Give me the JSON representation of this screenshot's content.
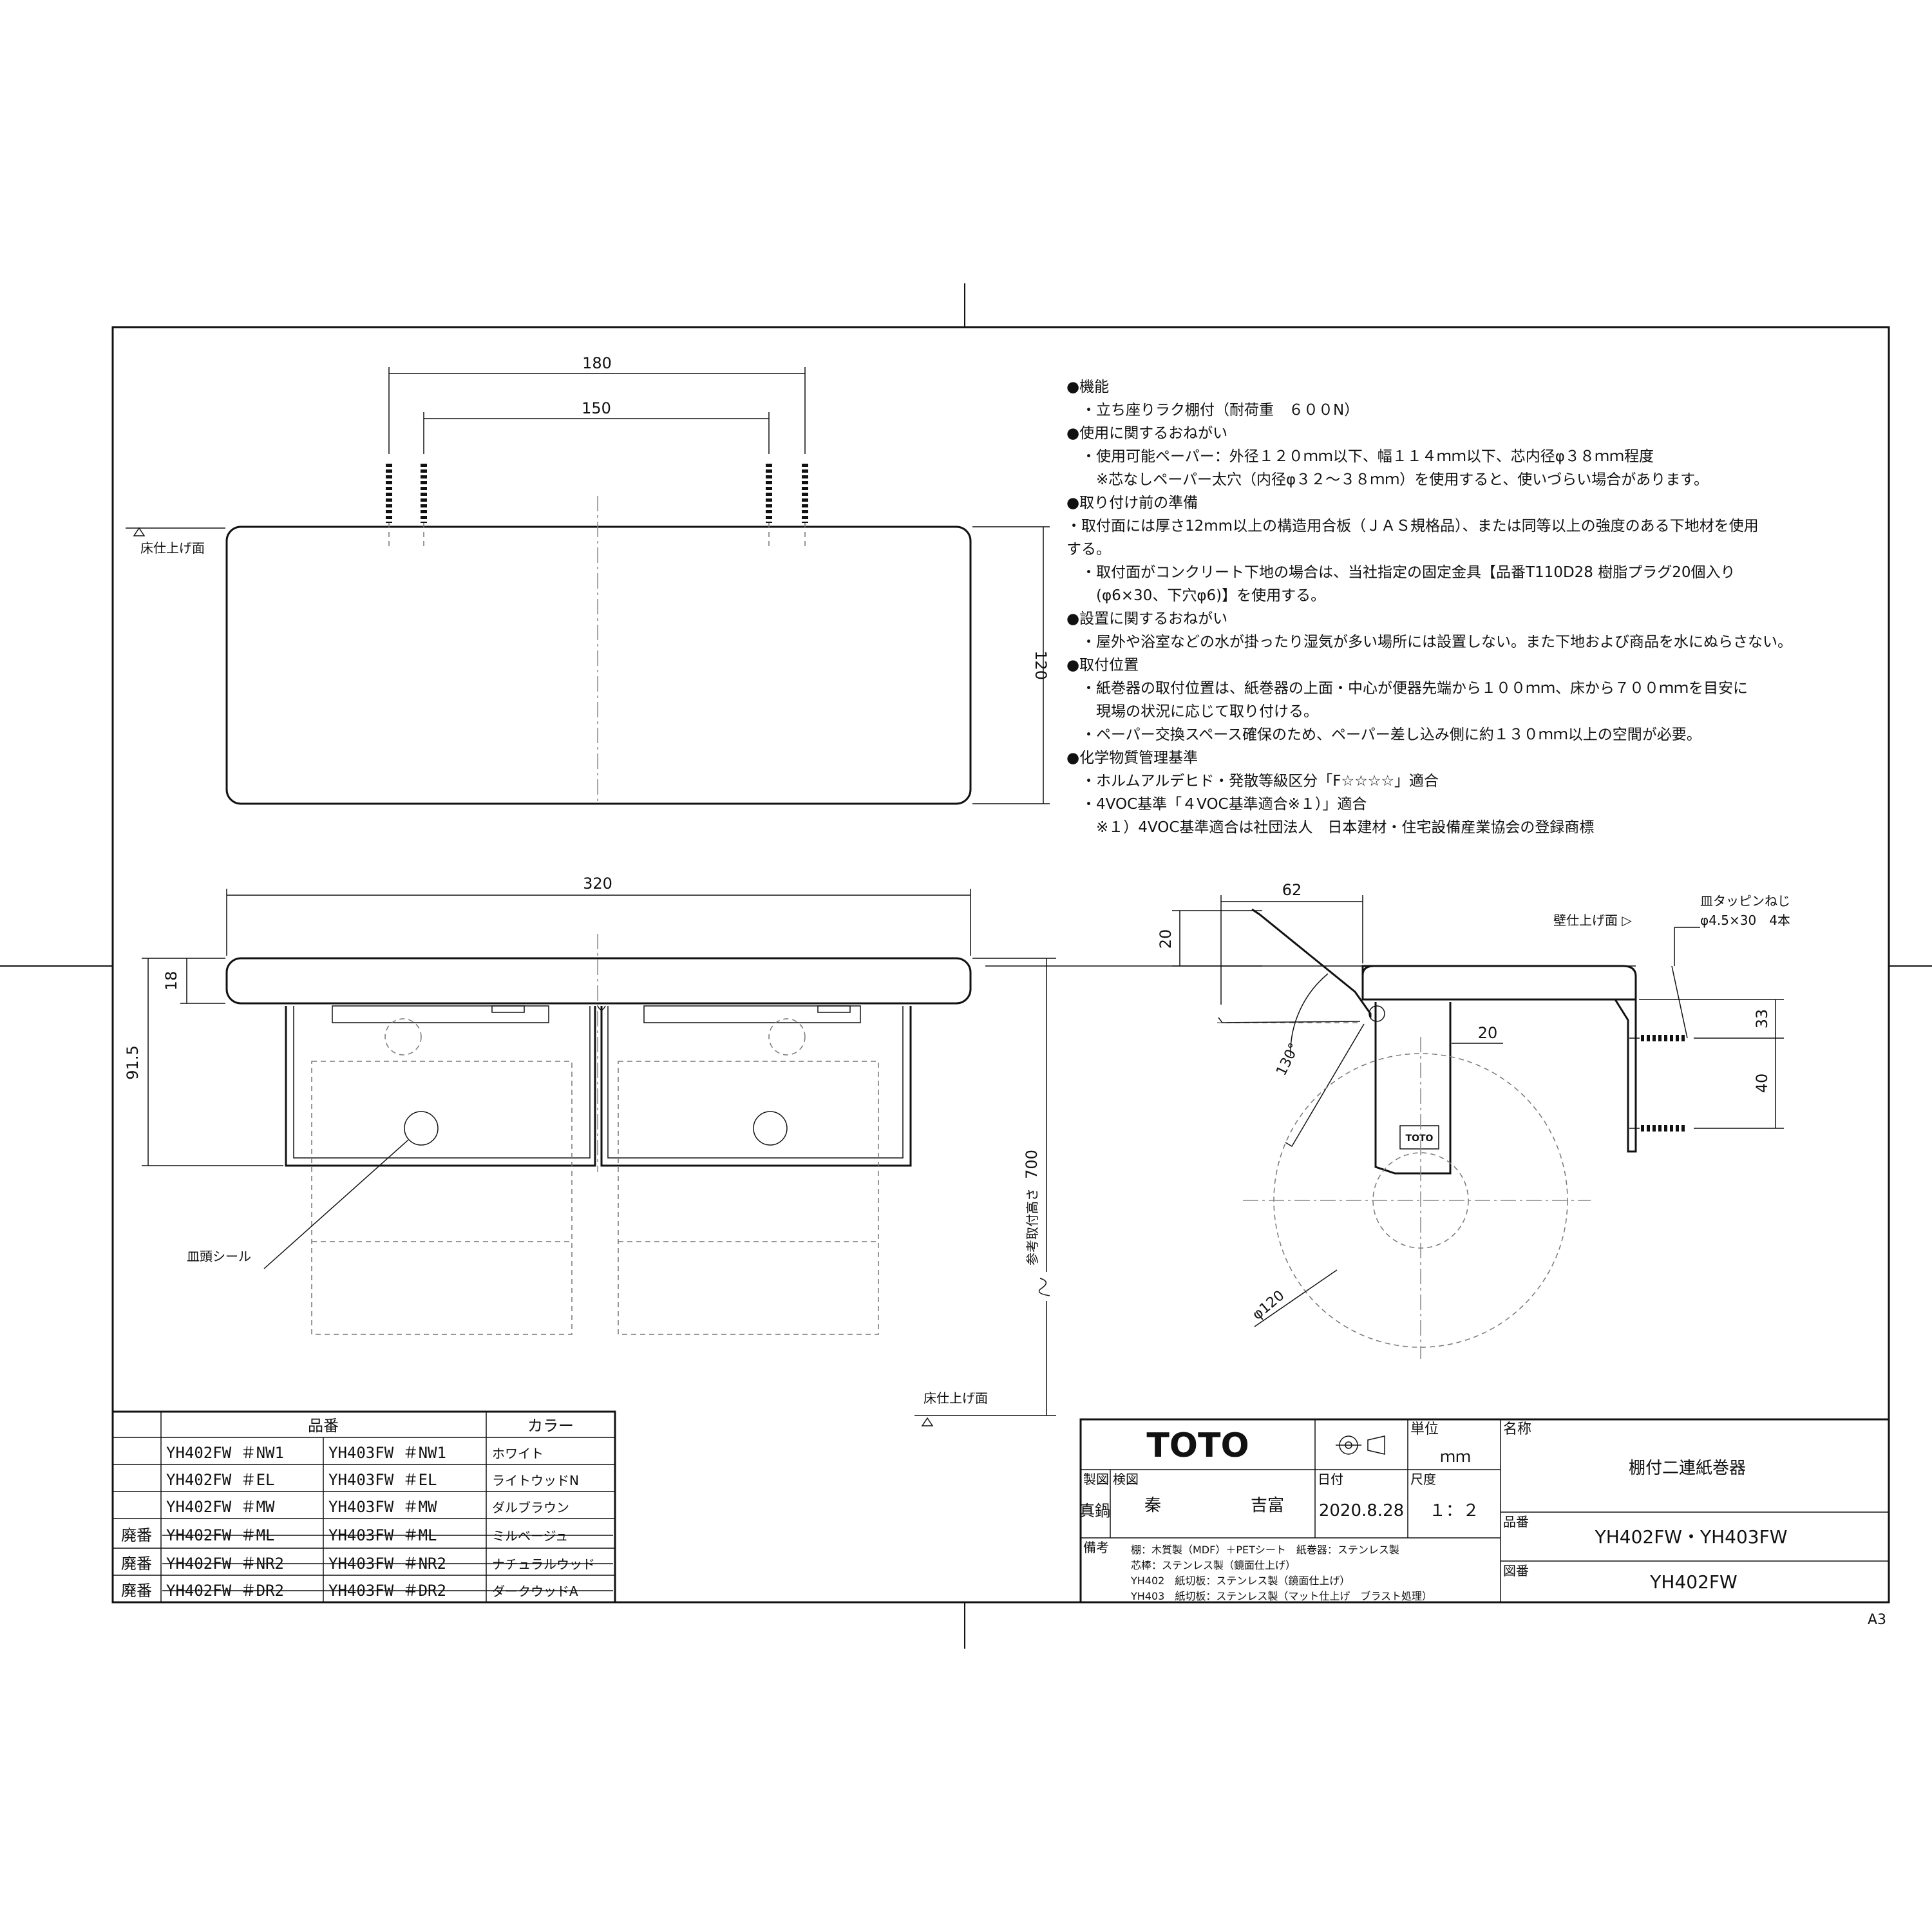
{
  "dims": {
    "top_180": "180",
    "top_150": "150",
    "top_120": "120",
    "front_320": "320",
    "front_18": "18",
    "front_915": "91.5",
    "front_700": "700",
    "side_62": "62",
    "side_20a": "20",
    "side_20b": "20",
    "side_33": "33",
    "side_40": "40",
    "side_angle": "130°",
    "side_dia": "φ120"
  },
  "labels": {
    "floor_finish_top": "床仕上げ面",
    "floor_finish_bottom": "床仕上げ面",
    "head_seal": "皿頭シール",
    "ref_height": "参考取付高さ",
    "wall_finish": "壁仕上げ面 ▷",
    "screw_name": "皿タッピンねじ",
    "screw_spec": "φ4.5×30　4本",
    "product_logo": "TOTO"
  },
  "notes": [
    "●機能",
    "　・立ち座りラク棚付（耐荷重　６００N）",
    "●使用に関するおねがい",
    "　・使用可能ペーパー：外径１２０ｍｍ以下、幅１１４ｍｍ以下、芯内径φ３８ｍｍ程度",
    "　　※芯なしペーパー太穴（内径φ３２～３８ｍｍ）を使用すると、使いづらい場合があります。",
    "●取り付け前の準備",
    "・取付面には厚さ12mm以上の構造用合板（ＪＡＳ規格品）、または同等以上の強度のある下地材を使用",
    "する。",
    "　・取付面がコンクリート下地の場合は、当社指定の固定金具【品番T110D28 樹脂プラグ20個入り",
    "　　(φ6×30、下穴φ6)】を使用する。",
    "●設置に関するおねがい",
    "　・屋外や浴室などの水が掛ったり湿気が多い場所には設置しない。また下地および商品を水にぬらさない。",
    "●取付位置",
    "　・紙巻器の取付位置は、紙巻器の上面・中心が便器先端から１００ｍｍ、床から７００ｍｍを目安に",
    "　　現場の状況に応じて取り付ける。",
    "　・ペーパー交換スペース確保のため、ペーパー差し込み側に約１３０ｍｍ以上の空間が必要。",
    "●化学物質管理基準",
    "　・ホルムアルデヒド・発散等級区分「F☆☆☆☆」適合",
    "　・4VOC基準「４VOC基準適合※１）」適合",
    "　　※１）4VOC基準適合は社団法人　日本建材・住宅設備産業協会の登録商標"
  ],
  "parts_table": {
    "header_part": "品番",
    "header_color": "カラー",
    "rows": [
      {
        "status": "",
        "a": "YH402FW ＃NW1",
        "b": "YH403FW ＃NW1",
        "color": "ホワイト",
        "struck": false
      },
      {
        "status": "",
        "a": "YH402FW ＃EL",
        "b": "YH403FW ＃EL",
        "color": "ライトウッドN",
        "struck": false
      },
      {
        "status": "",
        "a": "YH402FW ＃MW",
        "b": "YH403FW ＃MW",
        "color": "ダルブラウン",
        "struck": false
      },
      {
        "status": "廃番",
        "a": "YH402FW ＃ML",
        "b": "YH403FW ＃ML",
        "color": "ミルベージュ",
        "struck": true
      },
      {
        "status": "廃番",
        "a": "YH402FW ＃NR2",
        "b": "YH403FW ＃NR2",
        "color": "ナチュラルウッド",
        "struck": true
      },
      {
        "status": "廃番",
        "a": "YH402FW ＃DR2",
        "b": "YH403FW ＃DR2",
        "color": "ダークウッドA",
        "struck": true
      }
    ]
  },
  "title_block": {
    "logo": "TOTO",
    "unit_label": "単位",
    "unit_value": "ｍｍ",
    "name_label": "名称",
    "name_value": "棚付二連紙巻器",
    "drawn_label": "製図",
    "drawn_value": "真鍋",
    "checked_label": "検図",
    "checked_value_1": "秦",
    "checked_value_2": "吉富",
    "date_label": "日付",
    "date_value": "2020.8.28",
    "scale_label": "尺度",
    "scale_value": "１：２",
    "part_label": "品番",
    "part_value": "YH402FW・YH403FW",
    "remarks_label": "備考",
    "remarks": [
      "棚：木質製（MDF）＋PETシート　紙巻器：ステンレス製",
      "芯棒：ステンレス製（鏡面仕上げ）",
      "YH402　紙切板：ステンレス製（鏡面仕上げ）",
      "YH403　紙切板：ステンレス製（マット仕上げ　ブラスト処理）"
    ],
    "drawing_no_label": "図番",
    "drawing_no_value": "YH402FW"
  },
  "sheet_size": "A3"
}
